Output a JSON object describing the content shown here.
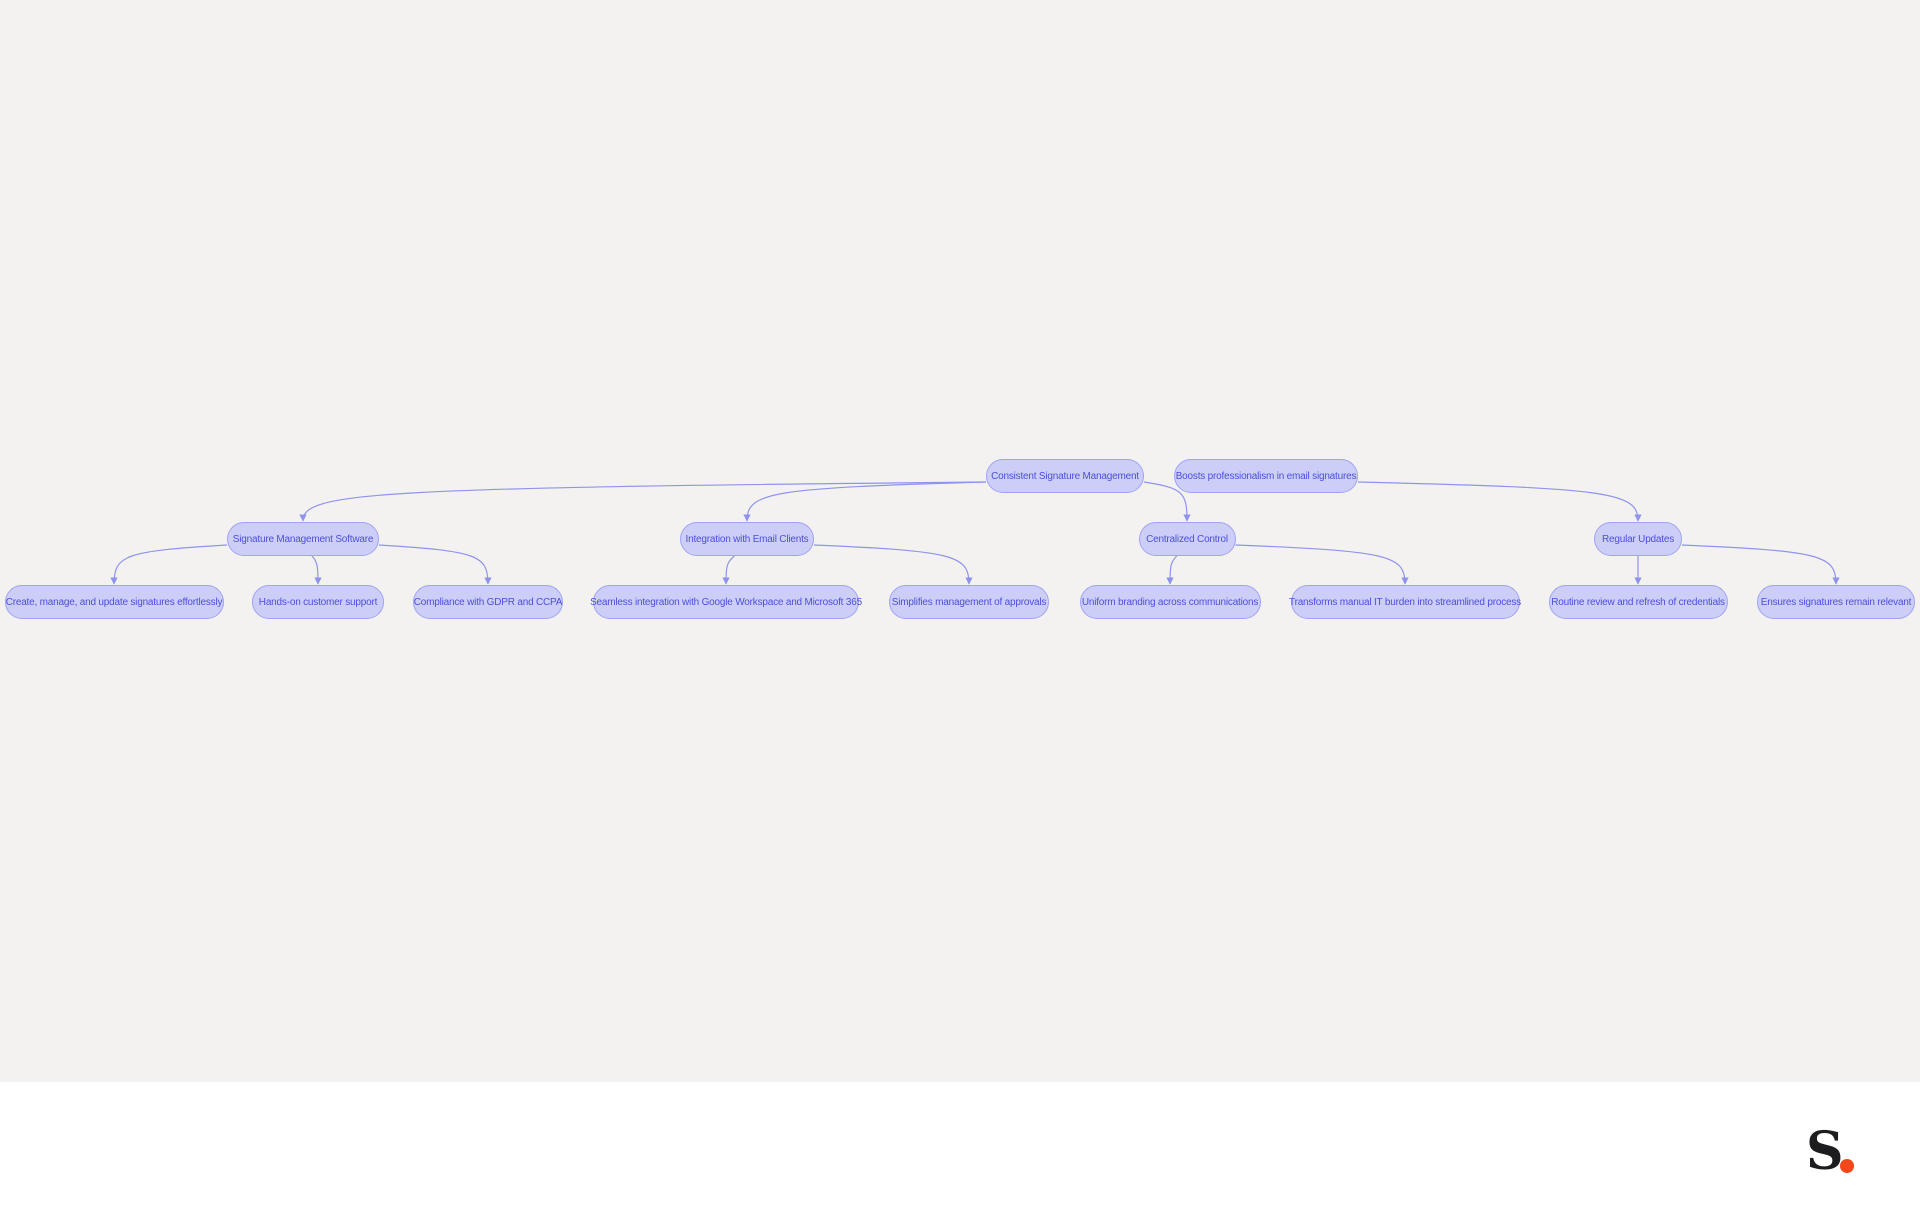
{
  "diagram": {
    "nodes": [
      {
        "id": "root",
        "label": "Consistent Signature Management"
      },
      {
        "id": "boost",
        "label": "Boosts professionalism in email signatures"
      },
      {
        "id": "sms",
        "label": "Signature Management Software"
      },
      {
        "id": "iec",
        "label": "Integration with Email Clients"
      },
      {
        "id": "cc",
        "label": "Centralized Control"
      },
      {
        "id": "ru",
        "label": "Regular Updates"
      },
      {
        "id": "cmu",
        "label": "Create, manage, and update signatures effortlessly"
      },
      {
        "id": "hcs",
        "label": "Hands-on customer support"
      },
      {
        "id": "gdpr",
        "label": "Compliance with GDPR and CCPA"
      },
      {
        "id": "sig",
        "label": "Seamless integration with Google Workspace and Microsoft 365"
      },
      {
        "id": "sma",
        "label": "Simplifies management of approvals"
      },
      {
        "id": "ub",
        "label": "Uniform branding across communications"
      },
      {
        "id": "tm",
        "label": "Transforms manual IT burden into streamlined process"
      },
      {
        "id": "rr",
        "label": "Routine review and refresh of credentials"
      },
      {
        "id": "es",
        "label": "Ensures signatures remain relevant"
      }
    ],
    "edges": [
      {
        "from": "root",
        "to": "sms"
      },
      {
        "from": "root",
        "to": "iec"
      },
      {
        "from": "root",
        "to": "cc"
      },
      {
        "from": "boost",
        "to": "ru"
      },
      {
        "from": "sms",
        "to": "cmu"
      },
      {
        "from": "sms",
        "to": "hcs"
      },
      {
        "from": "sms",
        "to": "gdpr"
      },
      {
        "from": "iec",
        "to": "sig"
      },
      {
        "from": "iec",
        "to": "sma"
      },
      {
        "from": "cc",
        "to": "ub"
      },
      {
        "from": "cc",
        "to": "tm"
      },
      {
        "from": "ru",
        "to": "rr"
      },
      {
        "from": "ru",
        "to": "es"
      }
    ]
  },
  "colors": {
    "node_fill": "#cdcef8",
    "node_border": "#9fa3f3",
    "node_text": "#4b4fd8",
    "edge": "#8f93ec",
    "canvas_bg": "#f3f2f1",
    "logo_dot": "#f2481a"
  },
  "logo": {
    "letter": "S"
  }
}
